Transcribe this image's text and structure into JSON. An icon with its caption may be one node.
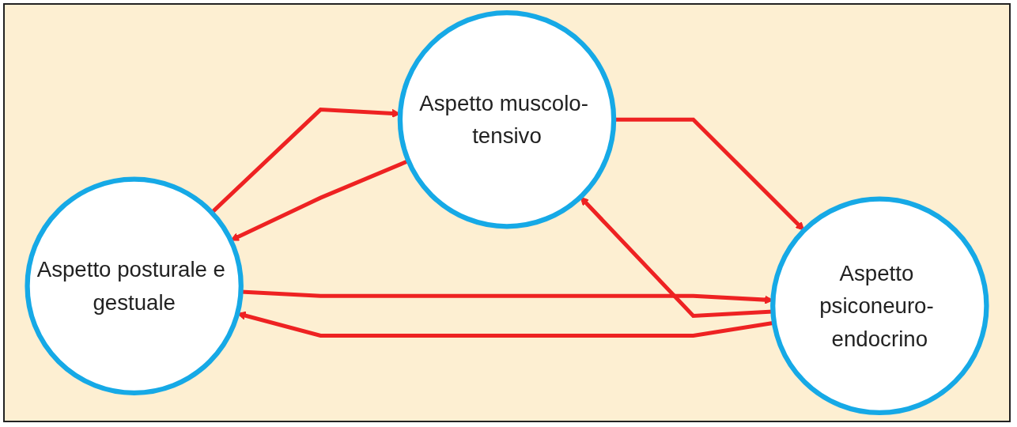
{
  "diagram": {
    "nodes": [
      {
        "text": [
          "Aspetto posturale e gestuale"
        ]
      },
      {
        "text": [
          "Aspetto muscolo- tensivo"
        ]
      },
      {
        "text": [
          "Aspetto psiconeuro- endocrino"
        ]
      }
    ],
    "edges": [
      {
        "from": 0,
        "to": 1,
        "arrow": "to"
      },
      {
        "from": 1,
        "to": 0,
        "arrow": "to"
      },
      {
        "from": 1,
        "to": 2,
        "arrow": "to"
      },
      {
        "from": 2,
        "to": 1,
        "arrow": "to"
      },
      {
        "from": 0,
        "to": 2,
        "arrow": "to"
      },
      {
        "from": 2,
        "to": 0,
        "arrow": "to"
      }
    ]
  }
}
